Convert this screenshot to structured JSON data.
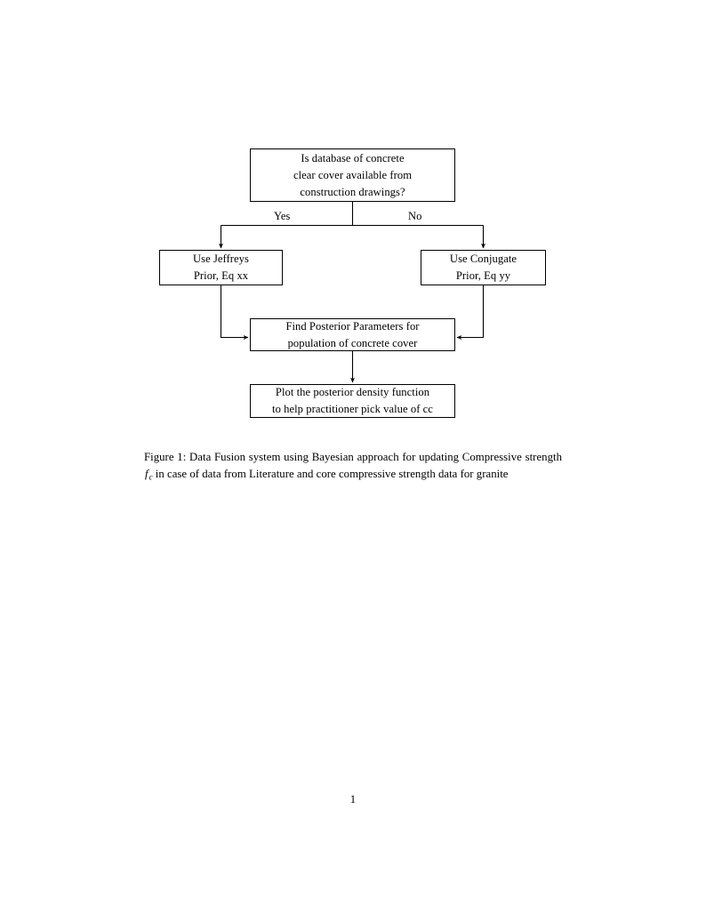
{
  "document": {
    "page_number": "1"
  },
  "figure": {
    "nodes": {
      "decision": {
        "line1": "Is database of concrete",
        "line2": "clear cover available from",
        "line3": "construction drawings?"
      },
      "jeffreys": {
        "line1": "Use Jeffreys",
        "line2": "Prior, Eq xx"
      },
      "conjugate": {
        "line1": "Use Conjugate",
        "line2": "Prior, Eq yy"
      },
      "posterior": {
        "line1": "Find Posterior Parameters for",
        "line2": "population of concrete cover"
      },
      "plot": {
        "line1": "Plot the posterior density function",
        "line2": "to help practitioner pick value of cc"
      }
    },
    "edge_labels": {
      "yes": "Yes",
      "no": "No"
    },
    "caption": {
      "label": "Figure 1:",
      "text_before_math": " Data Fusion system using Bayesian approach for updating Compressive strength ",
      "math_symbol": "f",
      "math_subscript": "c",
      "text_after_math": " in case of data from Literature and core compressive strength data for granite",
      "full_text": "Figure 1: Data Fusion system using Bayesian approach for updating Compressive strength f_c in case of data from Literature and core compressive strength data for granite"
    }
  },
  "style": {
    "ink": "#000000",
    "paper": "#ffffff"
  }
}
